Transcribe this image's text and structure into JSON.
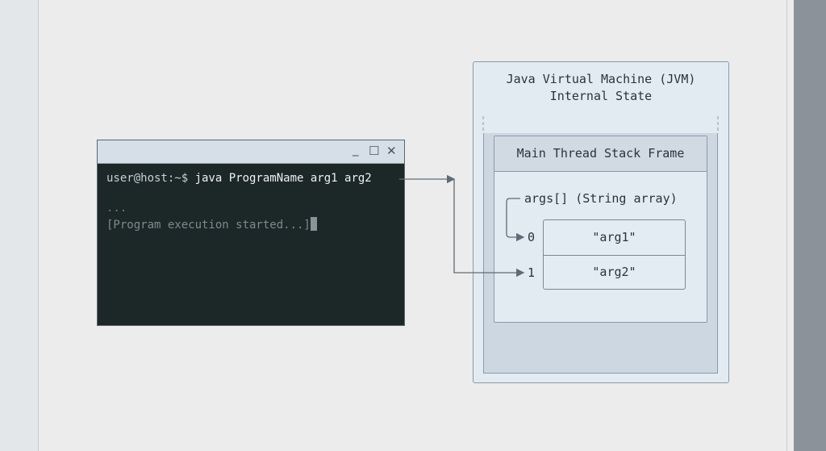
{
  "terminal": {
    "controls": {
      "minimize": "_",
      "maximize": "☐",
      "close": "✕"
    },
    "prompt": "user@host:~$ ",
    "command": "java ProgramName arg1 arg2",
    "ellipsis": "...",
    "output": "[Program execution started...]"
  },
  "jvm": {
    "title_line1": "Java Virtual Machine (JVM)",
    "title_line2": "Internal State",
    "stack_frame_title": "Main Thread Stack Frame",
    "args_label": "args[] (String array)",
    "array": [
      {
        "index": "0",
        "value": "\"arg1\""
      },
      {
        "index": "1",
        "value": "\"arg2\""
      }
    ]
  },
  "colors": {
    "terminal_bg": "#1c2727",
    "jvm_bg": "#e3ebf2",
    "arrow": "#5f6b76"
  }
}
